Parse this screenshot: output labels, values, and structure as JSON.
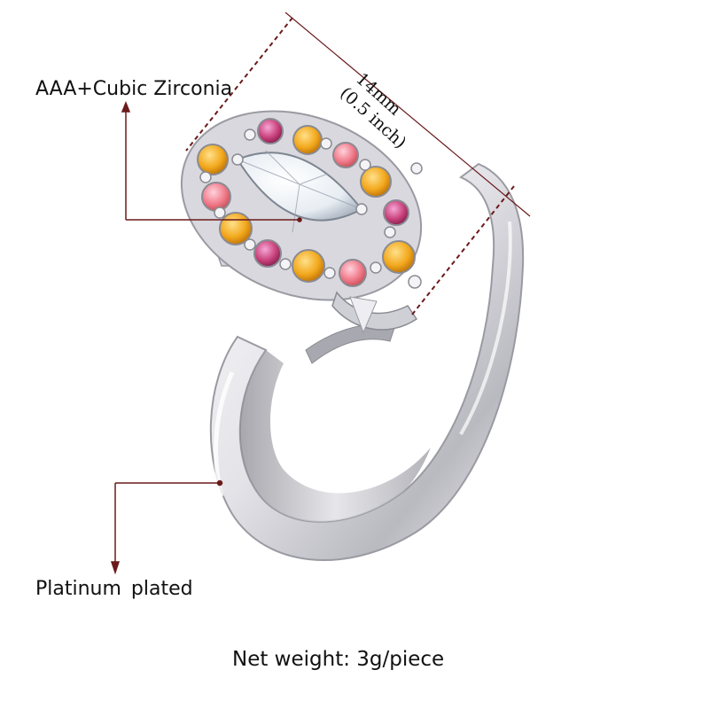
{
  "labels": {
    "material": "AAA+Cubic Zirconia",
    "finish": "Platinum plated",
    "weight": "Net weight: 3g/piece"
  },
  "dimension": {
    "length": "14mm",
    "length_inch": "(0.5 inch)"
  },
  "colors": {
    "leader_line": "#6b1a1a",
    "metal_light": "#f4f4f6",
    "metal_mid": "#c9c9cf",
    "metal_dark": "#7d7d86",
    "stone_yellow": "#f2a81c",
    "stone_pink": "#f07a9a",
    "stone_magenta": "#c8407a",
    "stone_clear": "#eef3f8"
  },
  "image": {
    "subject": "ring-with-marquise-stone-and-colored-halo"
  }
}
